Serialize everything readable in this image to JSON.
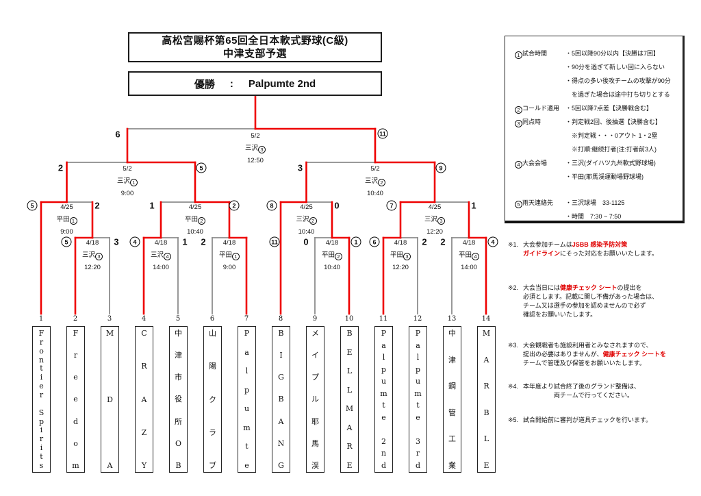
{
  "title": {
    "line1": "高松宮賜杯第65回全日本軟式野球(C級)",
    "line2": "中津支部予選"
  },
  "champion": {
    "label": "優勝",
    "colon": ":",
    "name": "Palpumte 2nd"
  },
  "colors": {
    "winner_path": "#ee0000",
    "line": "#8c8c8c",
    "highlight": "#e00000"
  },
  "rules": [
    {
      "label": "①試合時間",
      "lines": [
        "・5回以降90分以内【決勝は7回】",
        "・90分を過ぎて新しい回に入らない",
        "・得点の多い後攻チームの攻撃が90分",
        "　を過ぎた場合は途中打ち切りとする"
      ]
    },
    {
      "label": "②コールド適用",
      "lines": [
        "・5回以降7点差【決勝戦含む】"
      ]
    },
    {
      "label": "③同点時",
      "lines": [
        "・判定戦2回、後抽選【決勝含む】",
        "　※判定戦・・・0アウト 1・2塁",
        "　※打順:継続打者(注:打者前3人)"
      ]
    },
    {
      "label": "④大会会場",
      "lines": [
        "・三沢(ダイハツ九州軟式野球場)",
        "・平田(耶馬渓運動場野球場)"
      ]
    },
    {
      "label": "⑤雨天連絡先",
      "lines": [
        "・三沢球場　33-1125",
        "・時間　7:30 ~ 7:50"
      ],
      "gap_before": true
    }
  ],
  "notes": [
    {
      "id": "※1.",
      "lines": [
        [
          {
            "t": "大会参加チームは"
          },
          {
            "t": "JSBB 感染予防対策",
            "red": true
          }
        ],
        [
          {
            "t": "ガイドライン",
            "red": true
          },
          {
            "t": "にそった対応をお願いいたします。"
          }
        ]
      ]
    },
    {
      "id": "※2.",
      "lines": [
        [
          {
            "t": "大会当日には"
          },
          {
            "t": "健康チェック シート",
            "red": true
          },
          {
            "t": "の提出を"
          }
        ],
        [
          {
            "t": "必須とします。記載に関し不備があった場合は、"
          }
        ],
        [
          {
            "t": "チーム又は選手の参加を認めませんので必ず"
          }
        ],
        [
          {
            "t": "確認をお願いいたします。"
          }
        ]
      ]
    },
    {
      "id": "※3.",
      "lines": [
        [
          {
            "t": "大会観戦者も施設利用者とみなされますので、"
          }
        ],
        [
          {
            "t": "提出の必要はありませんが、"
          },
          {
            "t": "健康チェック シートを",
            "red": true
          }
        ],
        [
          {
            "t": "チームで管理及び保管をお願いいたします。"
          }
        ]
      ]
    },
    {
      "id": "※4.",
      "lines": [
        [
          {
            "t": "本年度より試合終了後のグランド整備は、"
          }
        ],
        [
          {
            "t": "　　　　　両チームで行ってください。"
          }
        ]
      ]
    },
    {
      "id": "※5.",
      "lines": [
        [
          {
            "t": "試合開始前に審判が道具チェックを行います。"
          }
        ]
      ]
    }
  ],
  "teams": [
    {
      "no": "1",
      "name": "Frontier Spirits"
    },
    {
      "no": "2",
      "name": "Freedom"
    },
    {
      "no": "3",
      "name": "MDA"
    },
    {
      "no": "4",
      "name": "CRAZY"
    },
    {
      "no": "5",
      "name": "中津市役所OB"
    },
    {
      "no": "6",
      "name": "山陽クラブ"
    },
    {
      "no": "7",
      "name": "Palpumte"
    },
    {
      "no": "8",
      "name": "BIGBANG"
    },
    {
      "no": "9",
      "name": "メイプル耶馬渓"
    },
    {
      "no": "10",
      "name": "BELLMARE"
    },
    {
      "no": "11",
      "name": "Palpumte 2nd"
    },
    {
      "no": "12",
      "name": "Palpumte 3rd"
    },
    {
      "no": "13",
      "name": "中津鋼管工業"
    },
    {
      "no": "14",
      "name": "MARBLE"
    }
  ],
  "matches": {
    "round1": [
      {
        "date": "4/18",
        "venue": "三沢③",
        "time": "12:20",
        "left": {
          "score": "5",
          "winner": true
        },
        "right": {
          "score": "3",
          "winner": false
        }
      },
      {
        "date": "4/18",
        "venue": "三沢④",
        "time": "14:00",
        "left": {
          "score": "4",
          "winner": true
        },
        "right": {
          "score": "1",
          "winner": false
        }
      },
      {
        "date": "4/18",
        "venue": "平田①",
        "time": "9:00",
        "left": {
          "score": "2",
          "winner": false
        },
        "right": {
          "score": "11",
          "winner": true
        }
      },
      {
        "date": "4/18",
        "venue": "平田②",
        "time": "10:40",
        "left": {
          "score": "0",
          "winner": false
        },
        "right": {
          "score": "1",
          "winner": true
        }
      },
      {
        "date": "4/18",
        "venue": "平田③",
        "time": "12:20",
        "left": {
          "score": "6",
          "winner": true
        },
        "right": {
          "score": "2",
          "winner": false
        }
      },
      {
        "date": "4/18",
        "venue": "平田④",
        "time": "14:00",
        "left": {
          "score": "2",
          "winner": false
        },
        "right": {
          "score": "4",
          "winner": true
        }
      }
    ],
    "quarterfinals": [
      {
        "date": "4/25",
        "venue": "平田①",
        "time": "9:00",
        "left": {
          "score": "5",
          "winner": true
        },
        "right": {
          "score": "2",
          "winner": false
        }
      },
      {
        "date": "4/25",
        "venue": "平田②",
        "time": "10:40",
        "left": {
          "score": "1",
          "winner": false
        },
        "right": {
          "score": "2",
          "winner": true
        }
      },
      {
        "date": "4/25",
        "venue": "三沢②",
        "time": "10:40",
        "left": {
          "score": "8",
          "winner": true
        },
        "right": {
          "score": "0",
          "winner": false
        }
      },
      {
        "date": "4/25",
        "venue": "三沢③",
        "time": "12:20",
        "left": {
          "score": "7",
          "winner": true
        },
        "right": {
          "score": "1",
          "winner": false
        }
      }
    ],
    "semifinals": [
      {
        "date": "5/2",
        "venue": "三沢①",
        "time": "9:00",
        "left": {
          "score": "2",
          "winner": false
        },
        "right": {
          "score": "5",
          "winner": true
        }
      },
      {
        "date": "5/2",
        "venue": "三沢②",
        "time": "10:40",
        "left": {
          "score": "3",
          "winner": false
        },
        "right": {
          "score": "9",
          "winner": true
        }
      }
    ],
    "final": {
      "date": "5/2",
      "venue": "三沢③",
      "time": "12:50",
      "left": {
        "score": "6",
        "winner": false
      },
      "right": {
        "score": "11",
        "winner": true
      }
    }
  }
}
